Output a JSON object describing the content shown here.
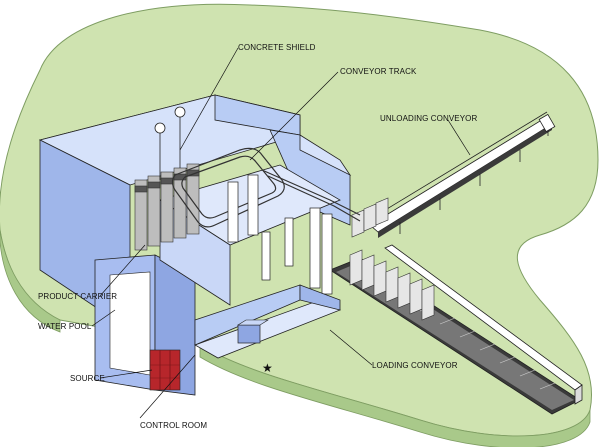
{
  "diagram": {
    "labels": {
      "concrete_shield": "CONCRETE SHIELD",
      "conveyor_track": "CONVEYOR TRACK",
      "unloading_conveyor": "UNLOADING CONVEYOR",
      "product_carrier": "PRODUCT CARRIER",
      "water_pool": "WATER POOL",
      "source": "SOURCE",
      "loading_conveyor": "LOADING CONVEYOR",
      "control_room": "CONTROL ROOM"
    },
    "colors": {
      "ground": "#cfe3b0",
      "ground_edge": "#a9c98a",
      "shield_front": "#b8ccf4",
      "shield_side": "#9fb6ea",
      "shield_top": "#d6e2fa",
      "pool_wall": "#a8bdf0",
      "source_red": "#b7262b",
      "carrier_grey": "#bdbdbd",
      "conveyor_dark": "#3a3a3a"
    }
  }
}
